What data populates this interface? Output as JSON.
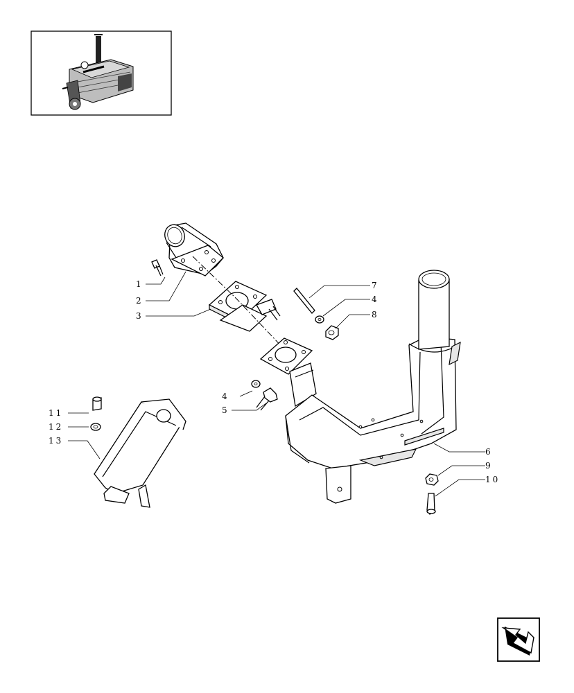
{
  "callouts": [
    {
      "id": "c1",
      "text": "1"
    },
    {
      "id": "c2",
      "text": "2"
    },
    {
      "id": "c3",
      "text": "3"
    },
    {
      "id": "c4a",
      "text": "4"
    },
    {
      "id": "c4b",
      "text": "4"
    },
    {
      "id": "c5",
      "text": "5"
    },
    {
      "id": "c6",
      "text": "6"
    },
    {
      "id": "c7",
      "text": "7"
    },
    {
      "id": "c8",
      "text": "8"
    },
    {
      "id": "c9",
      "text": "9"
    },
    {
      "id": "c10",
      "text": "10"
    },
    {
      "id": "c11",
      "text": "11"
    },
    {
      "id": "c12",
      "text": "12"
    },
    {
      "id": "c13",
      "text": "13"
    }
  ],
  "icons": {
    "thumbnail": "engine-thumbnail-icon",
    "nav": "next-page-arrow-icon"
  },
  "colors": {
    "line": "#000000",
    "background": "#ffffff",
    "shade": "#e6e6e6"
  }
}
